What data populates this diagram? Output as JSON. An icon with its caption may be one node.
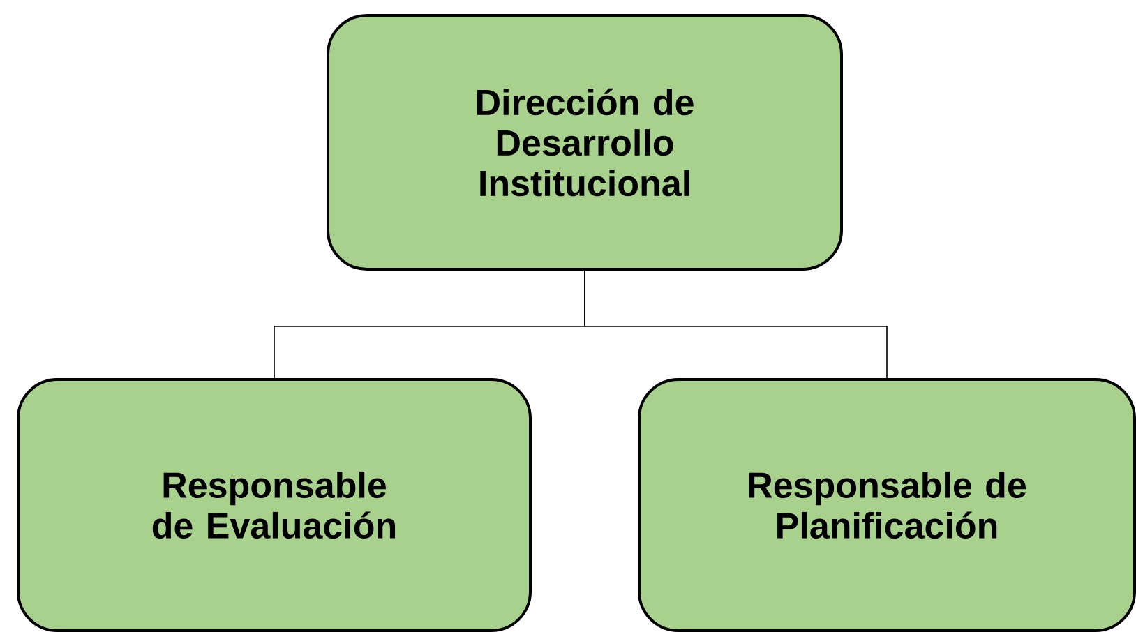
{
  "diagram": {
    "nodes": [
      {
        "text": [
          "Dirección de Desarrollo Institucional"
        ]
      },
      {
        "text": [
          "Responsable de Evaluación"
        ]
      },
      {
        "text": [
          "Responsable de Planificación"
        ]
      }
    ],
    "edges": [
      {
        "from": 0,
        "to": 1,
        "arrow": "none"
      },
      {
        "from": 0,
        "to": 2,
        "arrow": "none"
      }
    ]
  }
}
